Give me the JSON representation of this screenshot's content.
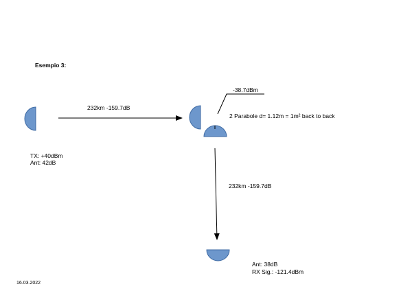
{
  "title": "Esempio 3:",
  "link1_label": "232km  -159.7dB",
  "link2_label": "232km -159.7dB",
  "relay_level": "-38.7dBm",
  "relay_note": "2 Parabole d= 1.12m = 1m² back to back",
  "tx": {
    "line1": "TX: +40dBm",
    "line2": "Ant: 42dB"
  },
  "rx": {
    "line1": "Ant: 38dB",
    "line2": "RX Sig.: -121.4dBm"
  },
  "date": "16.03.2022",
  "colors": {
    "dish_fill": "#6d97cc",
    "dish_stroke": "#3e6aa3",
    "line": "#000000"
  }
}
